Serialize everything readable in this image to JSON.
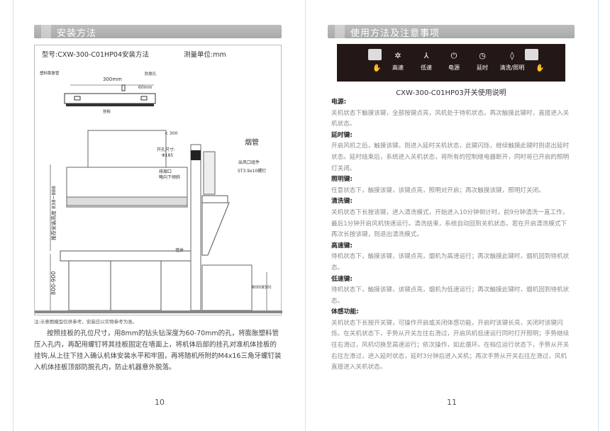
{
  "left": {
    "header": "安装方法",
    "model_title": "型号:CXW-300-C01HP04安装方法",
    "unit": "测量单位:mm",
    "diagram": {
      "plastic_tube": "塑料膨胀管",
      "anti_drop_hole": "防脱孔",
      "width_300": "300mm",
      "width_60": "60mm",
      "hanging_board": "挂板",
      "lt300": "< 300",
      "hole_size": "开孔尺寸:",
      "phi185": "Φ185",
      "chimney": "烟管",
      "outlet": "出风口组件",
      "screw": "ST3.9x10螺钉",
      "exhaust1": "排烟口",
      "exhaust2": "略向下倾斜",
      "install_height": "推荐安装高度 838~888",
      "wall": "墙体",
      "h800900": "800-900",
      "h800850": "800(850)"
    },
    "note": "注:示意图模型仅供参考，安装应以实物参考为准。",
    "paragraph": "按照挂板的孔位尺寸，用8mm的钻头钻深度为60-70mm的孔，将膨胀塑料管压入孔内，再配用螺钉将其挂板固定在墙面上，将机体后部的挂孔对准机体挂板的挂钩,从上往下挂入确认机体安装水平和牢固，再将随机所附的M4x16三角牙螺钉装入机体挂板顶部防脱孔内，防止机器意外脱落。",
    "page_number": "10"
  },
  "right": {
    "header": "使用方法及注意事项",
    "panel": {
      "buttons": [
        "高速",
        "低速",
        "电源",
        "延时",
        "清洗/照明"
      ]
    },
    "caption": "CXW-300-C01HP03开关使用说明",
    "sections": [
      {
        "title": "电源:",
        "text": "关机状态下触摸该键，全部按键点亮，风机处于待机状态。再次触摸此键时，直接进入关机状态。"
      },
      {
        "title": "延时键:",
        "text": "开启风机之后，触摸该键，则进入延时关机状态，此键闪烁，继续触摸此键时则退出延时状态。延时结束后，系统进入关机状态，将所有的控制继电器断开，同时将已开启的照明灯关闭。"
      },
      {
        "title": "照明键:",
        "text": "任意状态下，触摸该键，该键点亮，照明对开启；再次触摸该键，照明灯关闭。"
      },
      {
        "title": "清洗键:",
        "text": "关机状态下长按该键，进入清洗模式，开始进入10分钟倒计时，前9分钟清洗一直工作，最后1分钟开启风机快速运行。清洗结束，系统自动回到关机状态。若在开启清洗模式下再次长按该键，则退出清洗模式。"
      },
      {
        "title": "高速键:",
        "text": "待机状态下，触摸该键，该键点亮，烟机为高速运行；再次触摸此键时，烟机回到待机状态。"
      },
      {
        "title": "低速键:",
        "text": "待机状态下，触摸该键，该键点亮，烟机为低速运行；再次触摸此键时，烟机回到待机状态。"
      },
      {
        "title": "体感功能:",
        "text": "关机状态下长按开关键，可操作开启或关闭体感功能，开启时该键长亮，关闭时该键闪烁。在关机状态下，手势从开关左往右滑过，开启风机低速运行同时打开照明；手势继续往右滑过，风机切换至高速运行；依次操作，如此循环。在档位运行状态下，手势从开关右往左滑过，进入延时状态，延时3分钟后进入关机；再次手势从开关右往左滑过，风机直接进入关机状态。"
      }
    ],
    "page_number": "11"
  }
}
